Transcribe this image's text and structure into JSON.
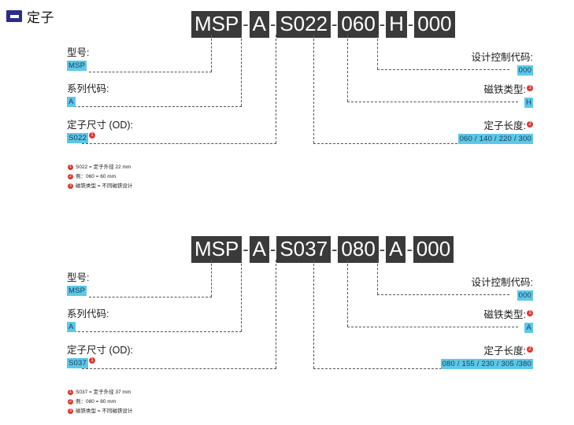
{
  "header": {
    "icon": "stator-icon",
    "title": "定子"
  },
  "diagrams": [
    {
      "code_segments": [
        "MSP",
        "A",
        "S022",
        "060",
        "H",
        "000"
      ],
      "separator": "-",
      "left_labels": [
        {
          "caption": "型号:",
          "value": "MSP",
          "marker": ""
        },
        {
          "caption": "系列代码:",
          "value": "A",
          "marker": ""
        },
        {
          "caption": "定子尺寸 (OD):",
          "value": "S022",
          "marker": "1"
        }
      ],
      "right_labels": [
        {
          "caption": "设计控制代码:",
          "value": "000",
          "marker": ""
        },
        {
          "caption": "磁铁类型:",
          "value": "H",
          "marker": "3"
        },
        {
          "caption": "定子长度:",
          "value": "060 / 140 / 220 / 300",
          "marker": "2"
        }
      ],
      "notes": [
        {
          "num": "1",
          "text": "S022 = 定子外径 22 mm"
        },
        {
          "num": "2",
          "text": "例：060 = 60 mm"
        },
        {
          "num": "3",
          "text": "磁铁类型 = 不同磁铁设计"
        }
      ]
    },
    {
      "code_segments": [
        "MSP",
        "A",
        "S037",
        "080",
        "A",
        "000"
      ],
      "separator": "-",
      "left_labels": [
        {
          "caption": "型号:",
          "value": "MSP",
          "marker": ""
        },
        {
          "caption": "系列代码:",
          "value": "A",
          "marker": ""
        },
        {
          "caption": "定子尺寸 (OD):",
          "value": "S037",
          "marker": "1"
        }
      ],
      "right_labels": [
        {
          "caption": "设计控制代码:",
          "value": "000",
          "marker": ""
        },
        {
          "caption": "磁铁类型:",
          "value": "A",
          "marker": "3"
        },
        {
          "caption": "定子长度:",
          "value": "080 / 155 / 230 / 305 /380",
          "marker": "2"
        }
      ],
      "notes": [
        {
          "num": "1",
          "text": "S037 = 定子外径 37 mm"
        },
        {
          "num": "2",
          "text": "例：080 = 80 mm"
        },
        {
          "num": "3",
          "text": "磁铁类型 = 不同磁铁设计"
        }
      ]
    }
  ],
  "colors": {
    "chip_bg": "#5cc8e8",
    "code_bg": "#3a3a3a",
    "marker_red": "#e2342c",
    "icon_navy": "#2b2b8f"
  }
}
